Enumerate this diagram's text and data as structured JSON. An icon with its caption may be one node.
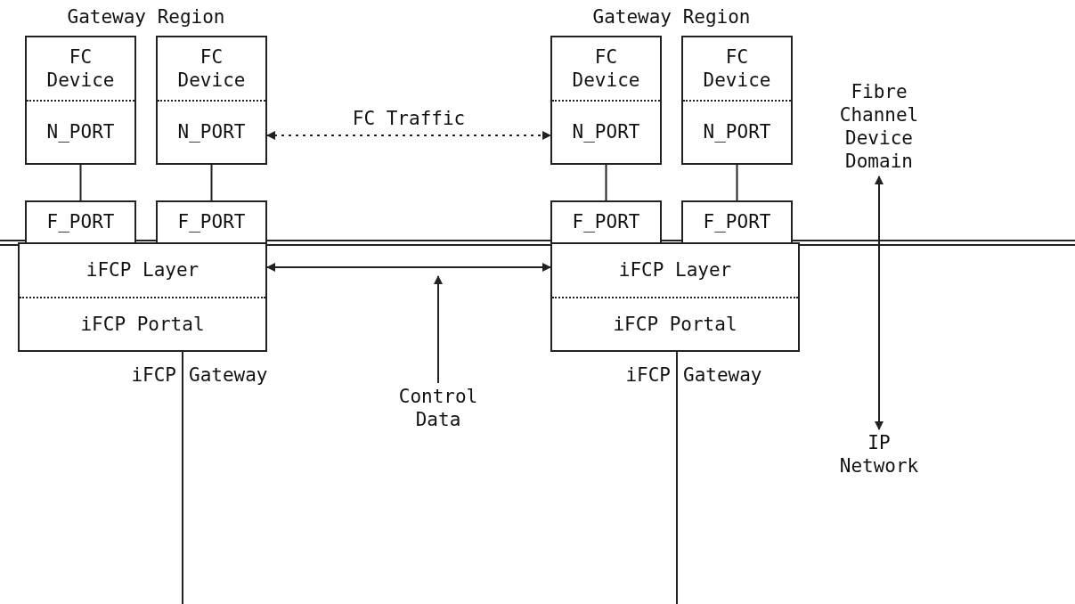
{
  "diagram": {
    "nodes": [
      {
        "text": [
          "FC Device",
          "N_PORT"
        ]
      },
      {
        "text": [
          "FC Device",
          "N_PORT"
        ]
      },
      {
        "text": [
          "FC Device",
          "N_PORT"
        ]
      },
      {
        "text": [
          "FC Device",
          "N_PORT"
        ]
      },
      {
        "text": [
          "F_PORT"
        ]
      },
      {
        "text": [
          "F_PORT"
        ]
      },
      {
        "text": [
          "F_PORT"
        ]
      },
      {
        "text": [
          "F_PORT"
        ]
      },
      {
        "text": [
          "iFCP Layer",
          "iFCP Portal"
        ]
      },
      {
        "text": [
          "iFCP Layer",
          "iFCP Portal"
        ]
      },
      {
        "text": [
          "Control Data"
        ]
      },
      {
        "text": [
          "Fibre Channel Device Domain"
        ]
      },
      {
        "text": [
          "IP Network"
        ]
      }
    ],
    "edges": [
      {
        "from": 0,
        "to": 4,
        "arrow": "none"
      },
      {
        "from": 1,
        "to": 5,
        "arrow": "none"
      },
      {
        "from": 2,
        "to": 6,
        "arrow": "none"
      },
      {
        "from": 3,
        "to": 7,
        "arrow": "none"
      },
      {
        "from": 1,
        "to": 2,
        "arrow": "both",
        "style": "dashed",
        "label": "FC Traffic"
      },
      {
        "from": 8,
        "to": 9,
        "arrow": "both"
      },
      {
        "from": 10,
        "to": null,
        "arrow": "to"
      },
      {
        "from": 11,
        "to": 12,
        "arrow": "both"
      },
      {
        "from": 8,
        "to": null,
        "arrow": "none"
      },
      {
        "from": 9,
        "to": null,
        "arrow": "none"
      }
    ],
    "labels": [
      "Gateway Region",
      "Gateway Region",
      "iFCP",
      "Gateway",
      "iFCP",
      "Gateway"
    ]
  }
}
